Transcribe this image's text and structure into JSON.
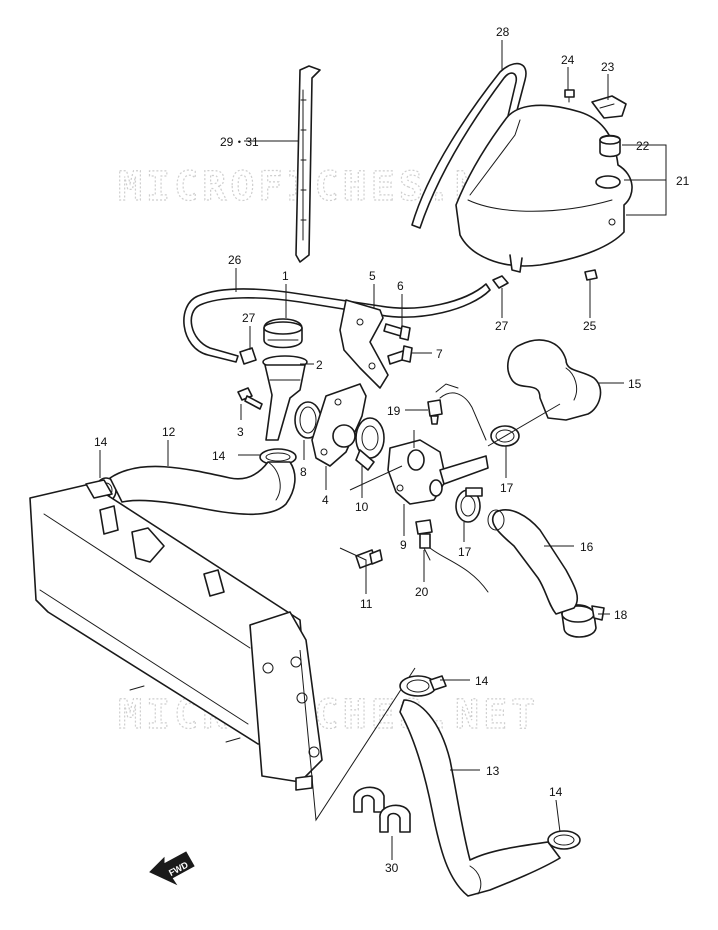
{
  "watermark": "MICROFICHES.NET",
  "direction_label": "FWD",
  "callouts": {
    "c1": "1",
    "c2": "2",
    "c3": "3",
    "c4": "4",
    "c5": "5",
    "c6": "6",
    "c7": "7",
    "c8": "8",
    "c9": "9",
    "c10": "10",
    "c11": "11",
    "c12": "12",
    "c13": "13",
    "c14a": "14",
    "c14b": "14",
    "c14c": "14",
    "c14d": "14",
    "c15": "15",
    "c16": "16",
    "c17a": "17",
    "c17b": "17",
    "c18": "18",
    "c19": "19",
    "c20": "20",
    "c21": "21",
    "c22": "22",
    "c23": "23",
    "c24": "24",
    "c25": "25",
    "c26": "26",
    "c27a": "27",
    "c27b": "27",
    "c28": "28",
    "c29_31": "29・31",
    "c30": "30"
  }
}
